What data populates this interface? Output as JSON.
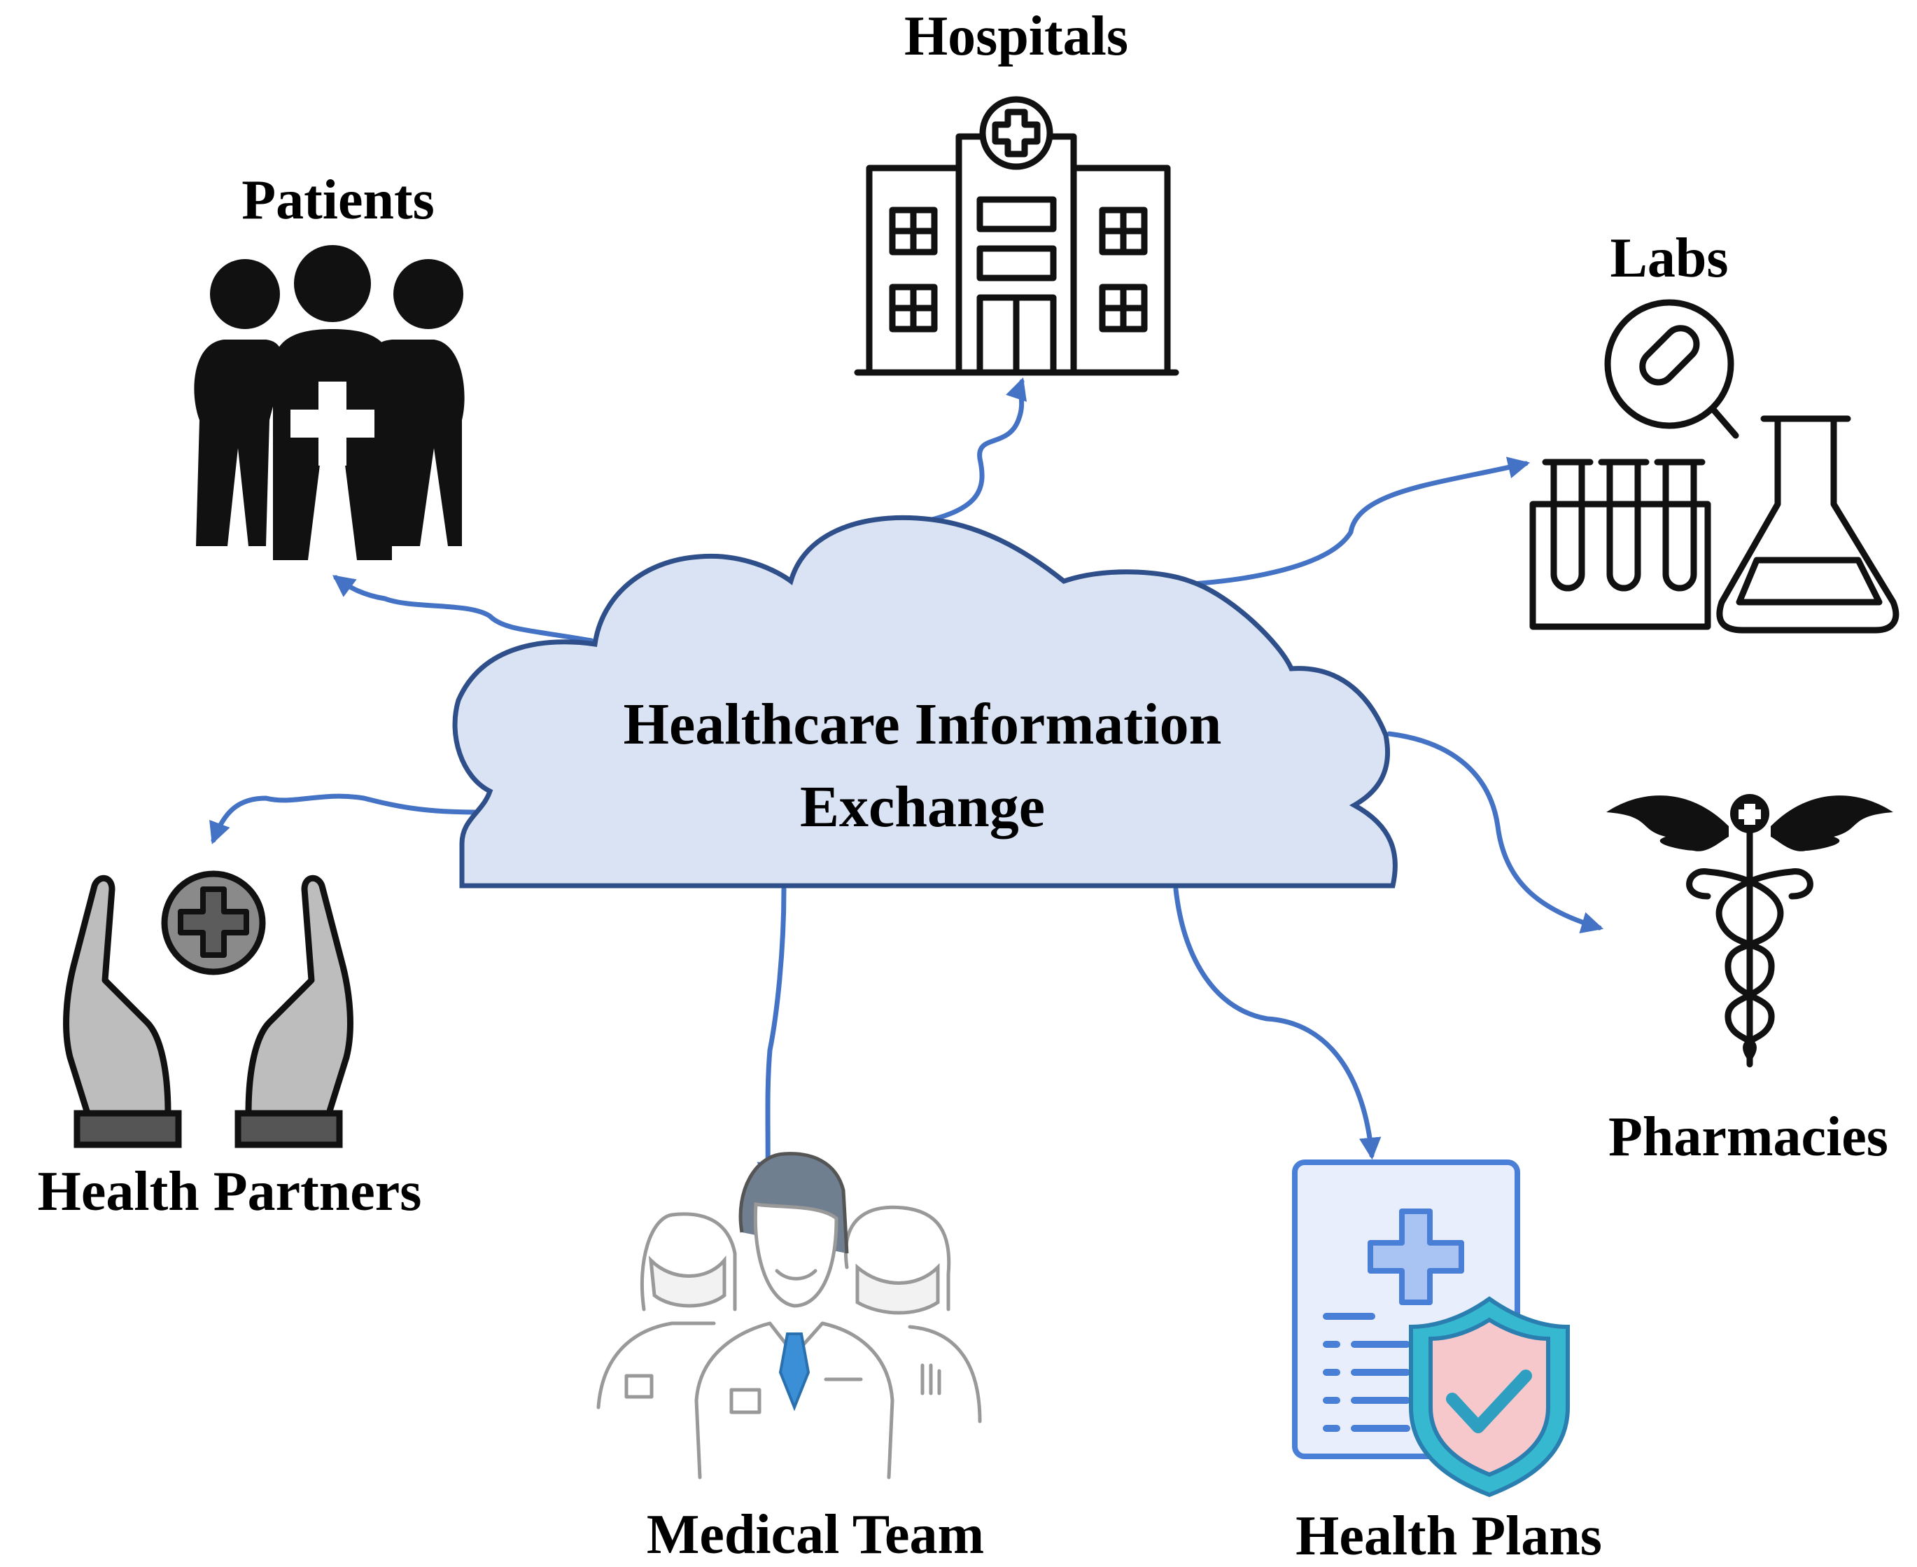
{
  "center": {
    "title_line1": "Healthcare Information",
    "title_line2": "Exchange"
  },
  "nodes": {
    "hospitals": "Hospitals",
    "patients": "Patients",
    "labs": "Labs",
    "pharmacies": "Pharmacies",
    "health_plans": "Health Plans",
    "medical_team": "Medical Team",
    "health_partners": "Health Partners"
  },
  "icons": {
    "hospitals": "hospital-building-icon",
    "patients": "patient-group-icon",
    "labs": "lab-equipment-icon",
    "pharmacies": "caduceus-icon",
    "health_plans": "insurance-document-icon",
    "medical_team": "medical-staff-icon",
    "health_partners": "caring-hands-icon"
  },
  "colors": {
    "cloud_fill": "#dae3f3",
    "cloud_stroke": "#2f4f8a",
    "arrow": "#4472c4"
  }
}
